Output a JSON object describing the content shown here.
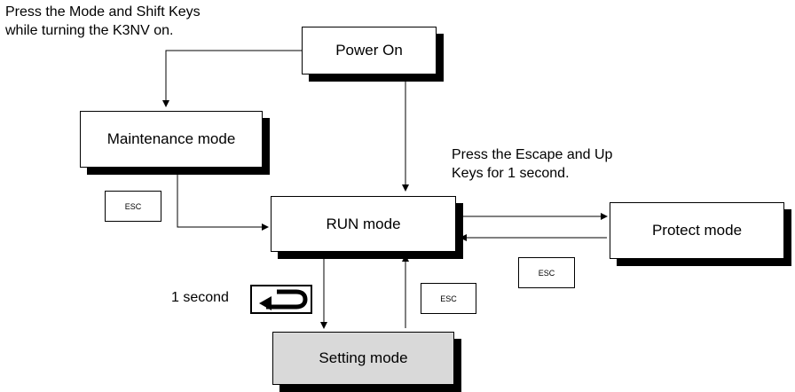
{
  "notes": {
    "maintenance_entry_line1": "Press the Mode and Shift Keys",
    "maintenance_entry_line2": "while turning the K3NV on.",
    "protect_entry_line1": "Press the Escape and Up",
    "protect_entry_line2": "Keys for 1 second.",
    "setting_entry": "1 second"
  },
  "nodes": {
    "power_on": "Power On",
    "maintenance": "Maintenance mode",
    "run": "RUN mode",
    "protect": "Protect mode",
    "setting": "Setting mode"
  },
  "keys": {
    "esc_maintenance": "ESC",
    "esc_protect": "ESC",
    "esc_setting": "ESC",
    "mode_key_icon": "return-arrow-key"
  },
  "colors": {
    "line": "#000000",
    "setting_fill": "#d9d9d9",
    "box_fill": "#ffffff"
  }
}
